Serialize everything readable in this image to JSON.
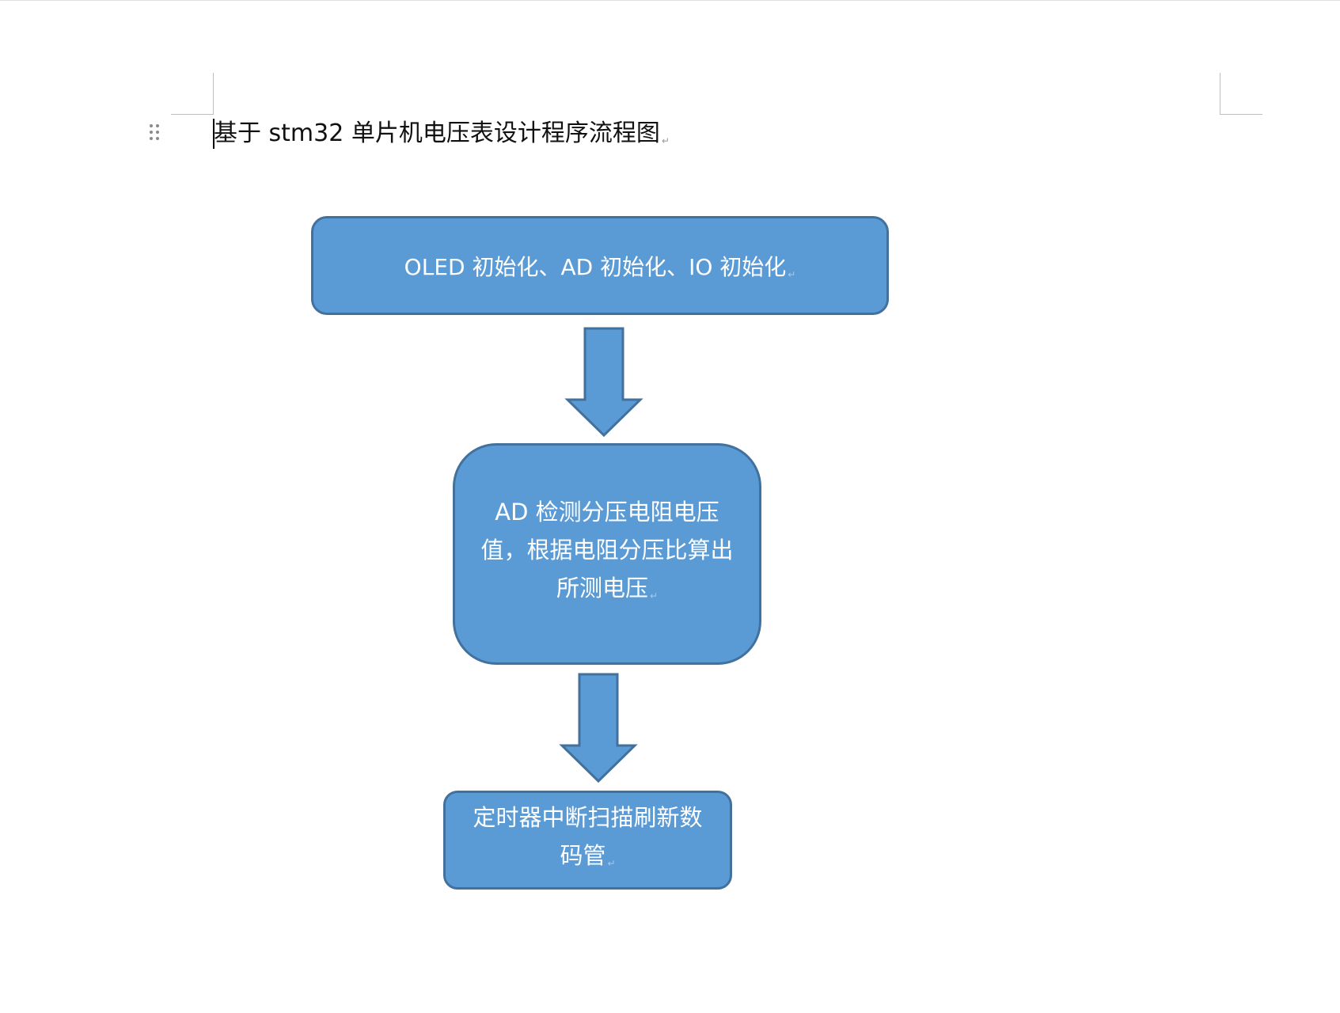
{
  "document": {
    "title": "基于 stm32 单片机电压表设计程序流程图"
  },
  "flowchart": {
    "nodes": [
      {
        "id": "init",
        "text": "OLED 初始化、AD 初始化、IO 初始化"
      },
      {
        "id": "detect",
        "text": "AD 检测分压电阻电压值，根据电阻分压比算出所测电压"
      },
      {
        "id": "refresh",
        "text": "定时器中断扫描刷新数码管"
      }
    ],
    "edges": [
      {
        "from": "init",
        "to": "detect"
      },
      {
        "from": "detect",
        "to": "refresh"
      }
    ]
  },
  "colors": {
    "node_fill": "#5b9bd5",
    "node_border": "#41719c",
    "node_text": "#ffffff"
  },
  "symbols": {
    "paragraph_mark": "↵"
  }
}
